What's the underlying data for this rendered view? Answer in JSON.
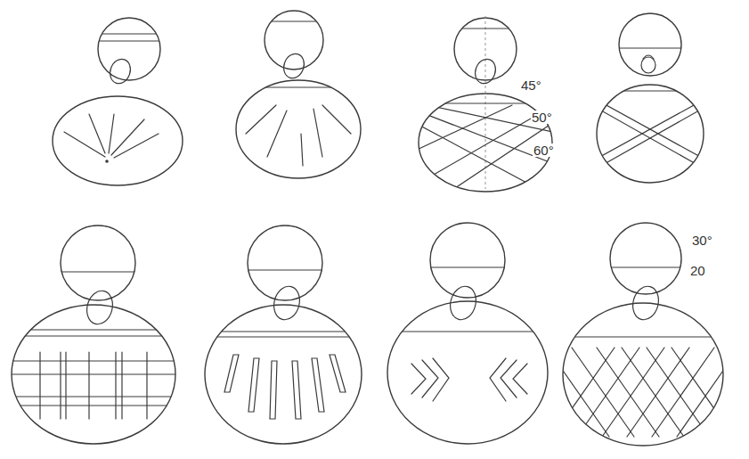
{
  "diagram": {
    "labels": [
      "45°",
      "50°",
      "60°",
      "30°",
      "20"
    ]
  }
}
